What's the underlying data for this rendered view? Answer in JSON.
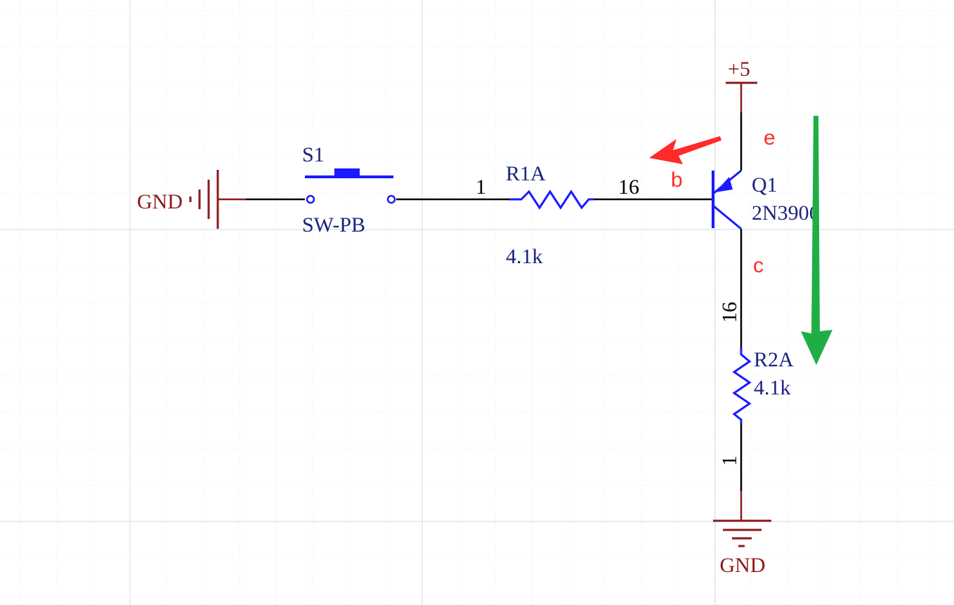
{
  "colors": {
    "background": "#ffffff",
    "grid_fine": "#eef0f3",
    "grid_major": "#dcdfe5",
    "wire": "#000000",
    "component": "#1a1aff",
    "component_label": "#1a237e",
    "power": "#8b1a1a",
    "annotation_red": "#ff2a2a",
    "annotation_green": "#1fae45"
  },
  "schematic": {
    "gnd_left": {
      "label": "GND"
    },
    "switch": {
      "designator": "S1",
      "value": "SW-PB"
    },
    "r1": {
      "designator": "R1A",
      "value": "4.1k",
      "pin_left": "1",
      "pin_right": "16"
    },
    "q1": {
      "designator": "Q1",
      "part": "2N3906"
    },
    "vcc": {
      "label": "+5"
    },
    "r2": {
      "designator": "R2A",
      "value": "4.1k",
      "pin_top": "16",
      "pin_bottom": "1"
    },
    "gnd_bottom": {
      "label": "GND"
    }
  },
  "annotations": {
    "emitter": "e",
    "base": "b",
    "collector": "c"
  }
}
